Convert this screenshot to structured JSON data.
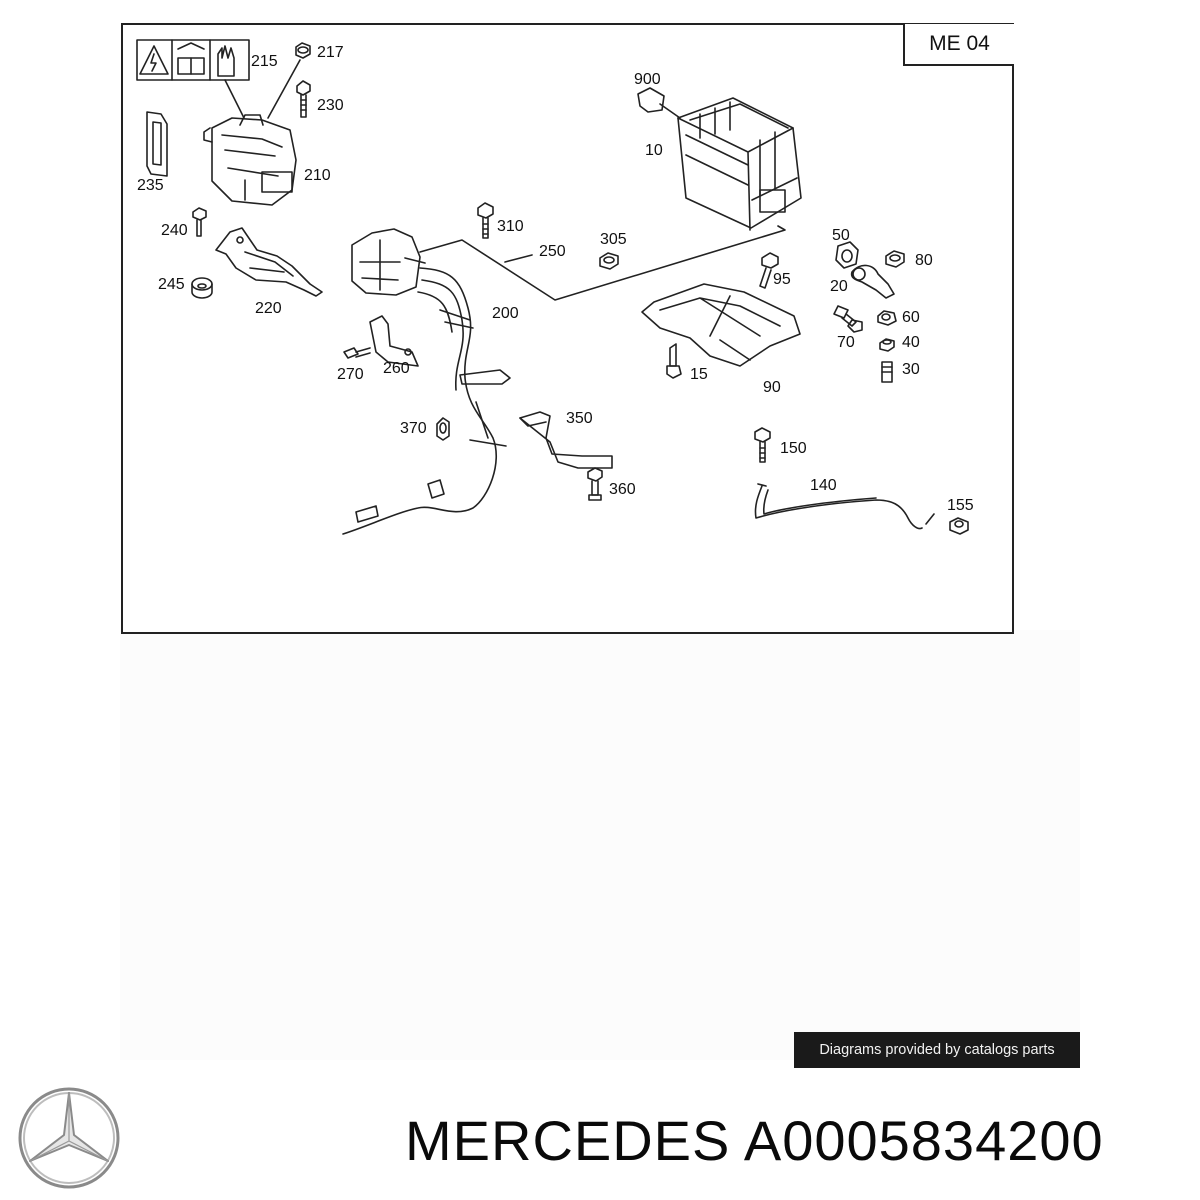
{
  "diagram": {
    "section_code": "ME 04",
    "part_labels": [
      {
        "id": "215",
        "text": "215"
      },
      {
        "id": "217",
        "text": "217"
      },
      {
        "id": "230",
        "text": "230"
      },
      {
        "id": "235",
        "text": "235"
      },
      {
        "id": "210",
        "text": "210"
      },
      {
        "id": "240",
        "text": "240"
      },
      {
        "id": "245",
        "text": "245"
      },
      {
        "id": "220",
        "text": "220"
      },
      {
        "id": "310",
        "text": "310"
      },
      {
        "id": "250",
        "text": "250"
      },
      {
        "id": "305",
        "text": "305"
      },
      {
        "id": "200",
        "text": "200"
      },
      {
        "id": "270",
        "text": "270"
      },
      {
        "id": "260",
        "text": "260"
      },
      {
        "id": "370",
        "text": "370"
      },
      {
        "id": "350",
        "text": "350"
      },
      {
        "id": "360",
        "text": "360"
      },
      {
        "id": "900",
        "text": "900"
      },
      {
        "id": "10",
        "text": "10"
      },
      {
        "id": "50",
        "text": "50"
      },
      {
        "id": "80",
        "text": "80"
      },
      {
        "id": "20",
        "text": "20"
      },
      {
        "id": "95",
        "text": "95"
      },
      {
        "id": "60",
        "text": "60"
      },
      {
        "id": "70",
        "text": "70"
      },
      {
        "id": "40",
        "text": "40"
      },
      {
        "id": "30",
        "text": "30"
      },
      {
        "id": "15",
        "text": "15"
      },
      {
        "id": "90",
        "text": "90"
      },
      {
        "id": "150",
        "text": "150"
      },
      {
        "id": "140",
        "text": "140"
      },
      {
        "id": "155",
        "text": "155"
      }
    ]
  },
  "watermark": "Diagrams provided by catalogs parts",
  "brand": "MERCEDES",
  "part_number": "A0005834200",
  "logo_icon": "mercedes-star-icon",
  "colors": {
    "line": "#222222",
    "watermark_bg": "#1a1a1a"
  }
}
